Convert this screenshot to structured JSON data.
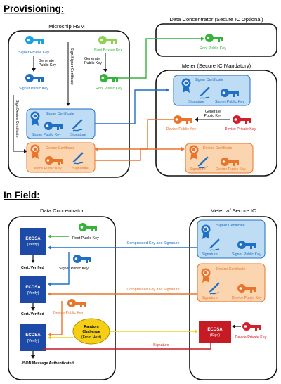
{
  "sections": {
    "provisioning": "Provisioning:",
    "in_field": "In Field:"
  },
  "provisioning": {
    "hsm_title": "Microchip HSM",
    "dc_title": "Data Concentrator (Secure IC Optional)",
    "meter_title": "Meter (Secure IC Mandatory)",
    "signer_private_key": "Signer Private Key",
    "generate_public_key_1": [
      "Generate",
      "Public Key"
    ],
    "signer_public_key": "Signer Public Key",
    "root_private_key": "Root Private Key",
    "generate_public_key_2": [
      "Generate",
      "Public Key"
    ],
    "root_public_key": "Root Public Key",
    "sign_signer_certificate": "Sign Signer Certificate",
    "sign_device_certificate": "Sign Device Certificate",
    "signer_certificate": "Signer Certificate",
    "signer_cert_public_key": "Signer Public Key",
    "signature": "Signature",
    "device_certificate": "Device Certificate",
    "device_cert_public_key": "Device Public Key",
    "dc_root_public_key": "Root Public Key",
    "meter_signer_certificate": "Signer Certificate",
    "meter_signature": "Signature",
    "meter_signer_public_key": "Signer Public Key",
    "meter_device_public_key": "Device Public Key",
    "meter_generate_public_key": [
      "Generate",
      "Public Key"
    ],
    "meter_device_private_key": "Device Private Key",
    "meter_device_certificate": "Device Certificate",
    "meter_dc_signature": "Signature",
    "meter_dc_public_key": "Device Public Key"
  },
  "in_field": {
    "dc_title": "Data Concentrator",
    "meter_title": "Meter w/ Secure IC",
    "ecdsa": "ECDSA",
    "verify": "(Verify)",
    "sign": "(Sign)",
    "root_public_key": "Root Public Key",
    "cert_verified": "Cert. Verified",
    "signer_public_key": "Signer Public Key",
    "device_public_key": "Device Public Key",
    "json_authenticated": "JSON Message Authenticated",
    "random_challenge": [
      "Random",
      "Challenge"
    ],
    "from_host": "(From Host)",
    "compressed_key_and_signature": "Compressed Key and Signature",
    "signature": "Signature",
    "device_private_key": "Device Private Key",
    "meter_signer_certificate": "Signer Certificate",
    "meter_device_certificate": "Device Certificate",
    "meter_signer_public_key": "Signer Public Key",
    "meter_device_public_key": "Device Public Key"
  },
  "colors": {
    "signer": "#1f6fc4",
    "signer_key": "#1ba3e0",
    "root": "#35b43a",
    "root_key_light": "#8ed14d",
    "device": "#e9752a",
    "private_key": "#d11f2b",
    "ecdsa_box": "#1c4aa6",
    "challenge": "#f5cf14",
    "signer_cert_fill": "#bfdcf5",
    "device_cert_fill": "#fbd5b0"
  }
}
